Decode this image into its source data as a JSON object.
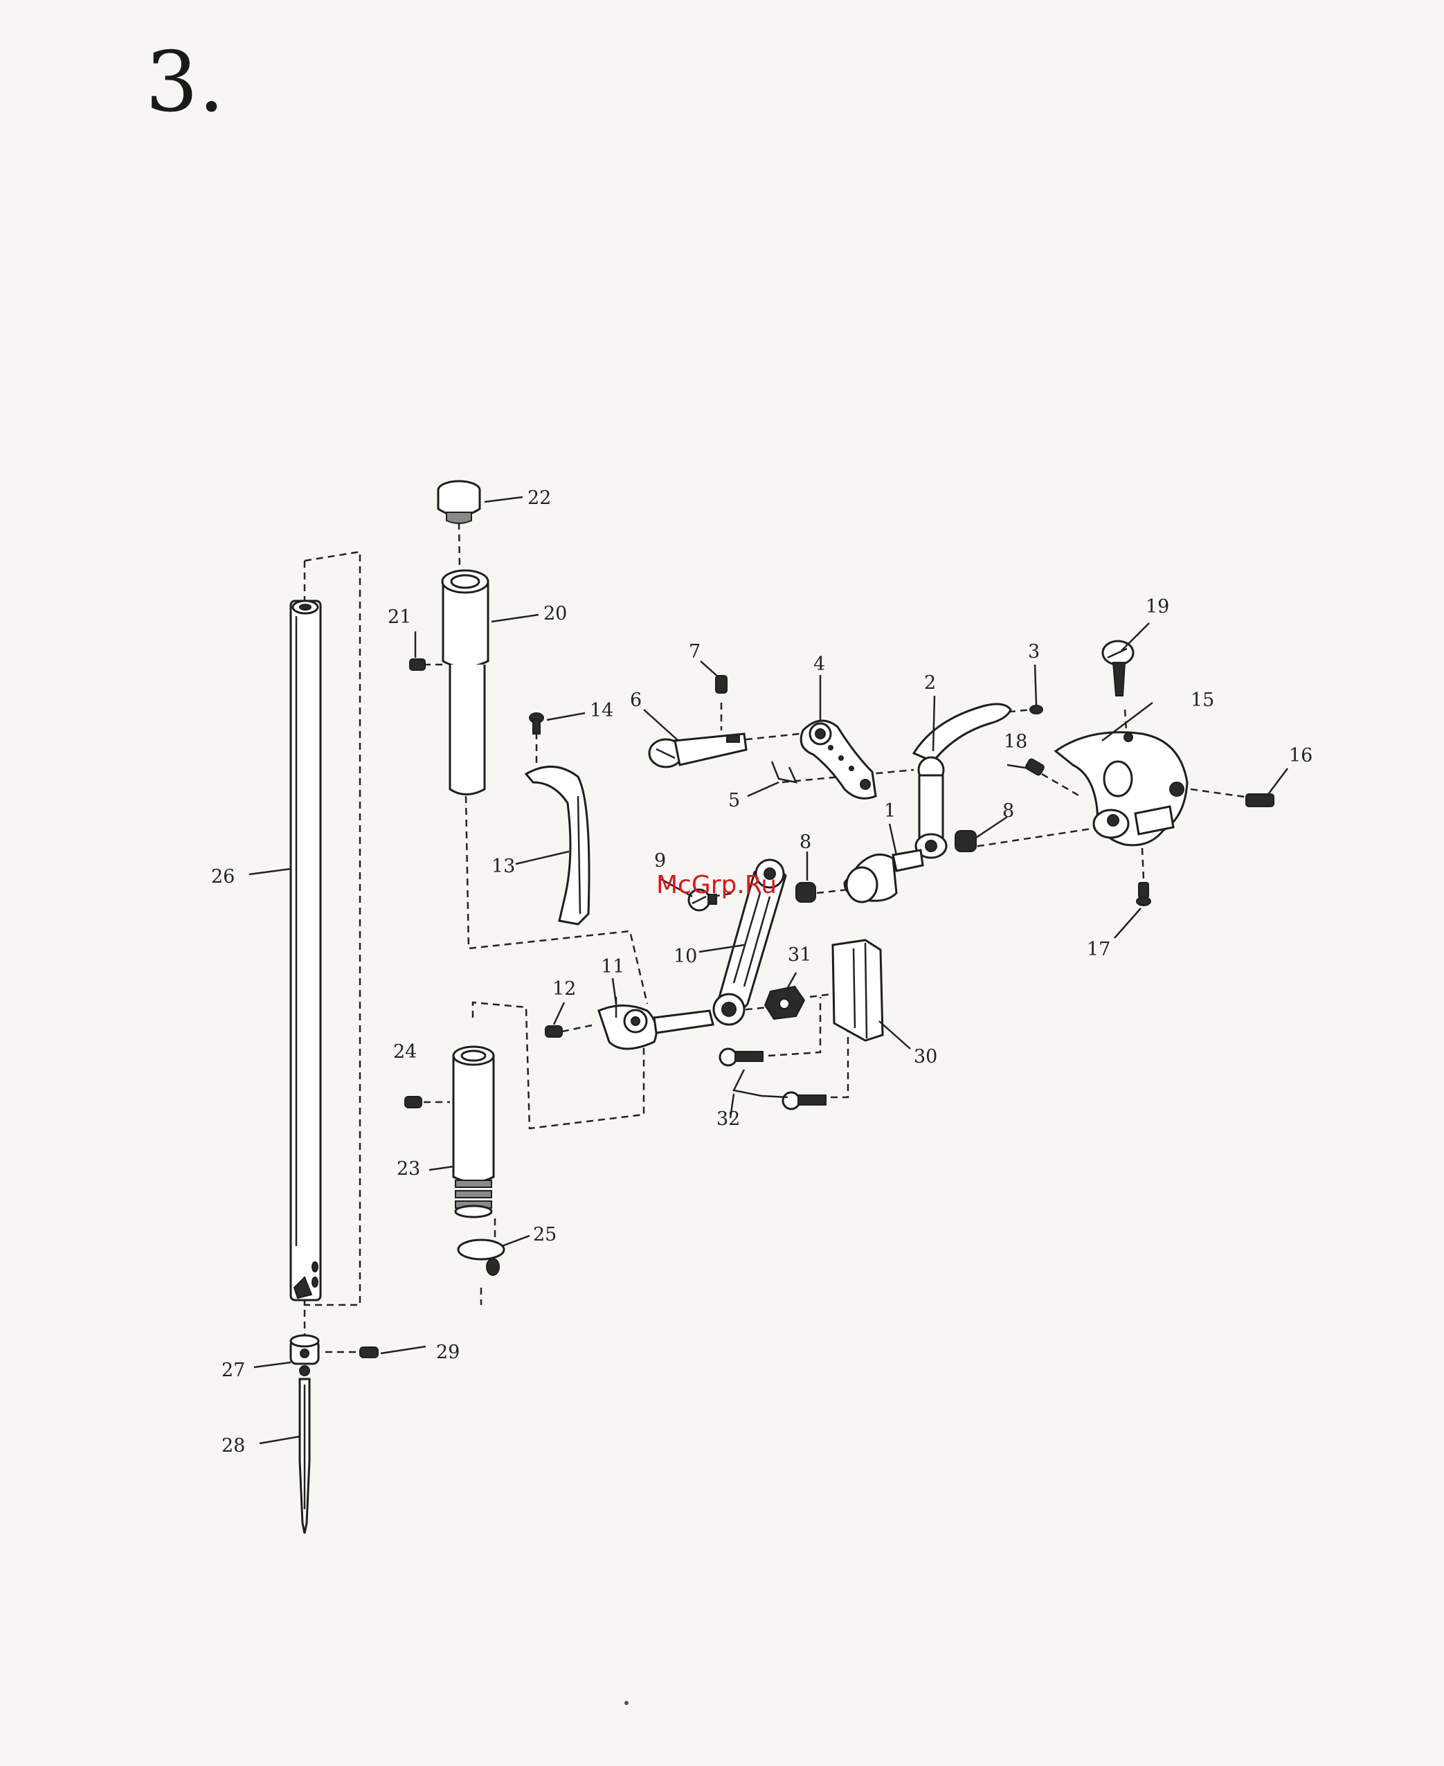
{
  "figure_number": "3.",
  "watermark": {
    "text": "McGrp.Ru",
    "color": "#d9191c"
  },
  "callouts": [
    "1",
    "2",
    "3",
    "4",
    "5",
    "6",
    "7",
    "8",
    "8",
    "9",
    "10",
    "11",
    "12",
    "13",
    "14",
    "15",
    "16",
    "17",
    "18",
    "19",
    "20",
    "21",
    "22",
    "23",
    "24",
    "25",
    "26",
    "27",
    "28",
    "29",
    "30",
    "31",
    "32"
  ],
  "colors": {
    "background": "#f7f6f2",
    "ink": "#1e1e1e"
  }
}
